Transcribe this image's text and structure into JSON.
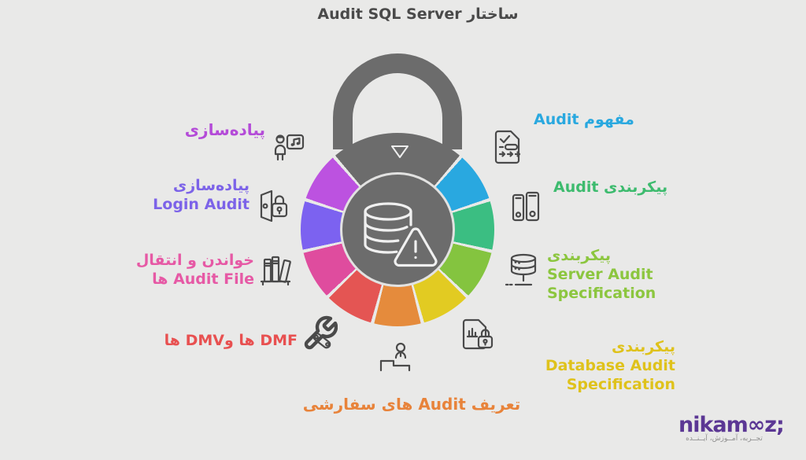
{
  "title": "ساختار Audit SQL Server",
  "wheel": {
    "segment_colors": [
      "#6C6C6C",
      "#29A8E0",
      "#3BBE82",
      "#84C43F",
      "#E2CB22",
      "#E58B3C",
      "#E45553",
      "#DF4C9E",
      "#7C62F0",
      "#BC52E0"
    ],
    "gray": "#6C6C6C",
    "center_icon": "database-warning-icon",
    "top_marker": "triangle-down-outline"
  },
  "labels": {
    "concept": {
      "text": "مفهوم Audit",
      "color": "#29A8DF",
      "icon": "audit-document-icon"
    },
    "configure_audit": {
      "text": "پیکربندی Audit",
      "color": "#3DBB6E",
      "icon": "binders-icon"
    },
    "server_spec": {
      "line1": "پیکربندی",
      "line2": "Server Audit",
      "line3": "Specification",
      "color": "#8CC63F",
      "icon": "server-icon"
    },
    "database_spec": {
      "line1": "پیکربندی",
      "line2": "Database Audit",
      "line3": "Specification",
      "color": "#DFC21B",
      "icon": "document-chart-lock-icon"
    },
    "custom_audits": {
      "text": "تعریف Audit های سفارشی",
      "color": "#E8833A",
      "icon": "person-desk-icon"
    },
    "dmv_dmf": {
      "text": "DMF ها وDMV ها",
      "color": "#E85050",
      "icon": "tools-icon"
    },
    "audit_files": {
      "line1": "خواندن و انتقال",
      "line2": "Audit File ها",
      "color": "#E659A5",
      "icon": "bookshelf-icon"
    },
    "login_audit": {
      "line1": "پیاده‌سازی",
      "line2": "Login Audit",
      "color": "#7C63E8",
      "icon": "door-lock-icon"
    },
    "implementation": {
      "text": "پیاده‌سازی",
      "color": "#B44BD8",
      "icon": "person-board-icon"
    }
  },
  "logo": {
    "wordmark": "nikam∞z;",
    "tagline": "تجــربه، آمــوزش، آیــنــده",
    "color": "#5B3794"
  }
}
